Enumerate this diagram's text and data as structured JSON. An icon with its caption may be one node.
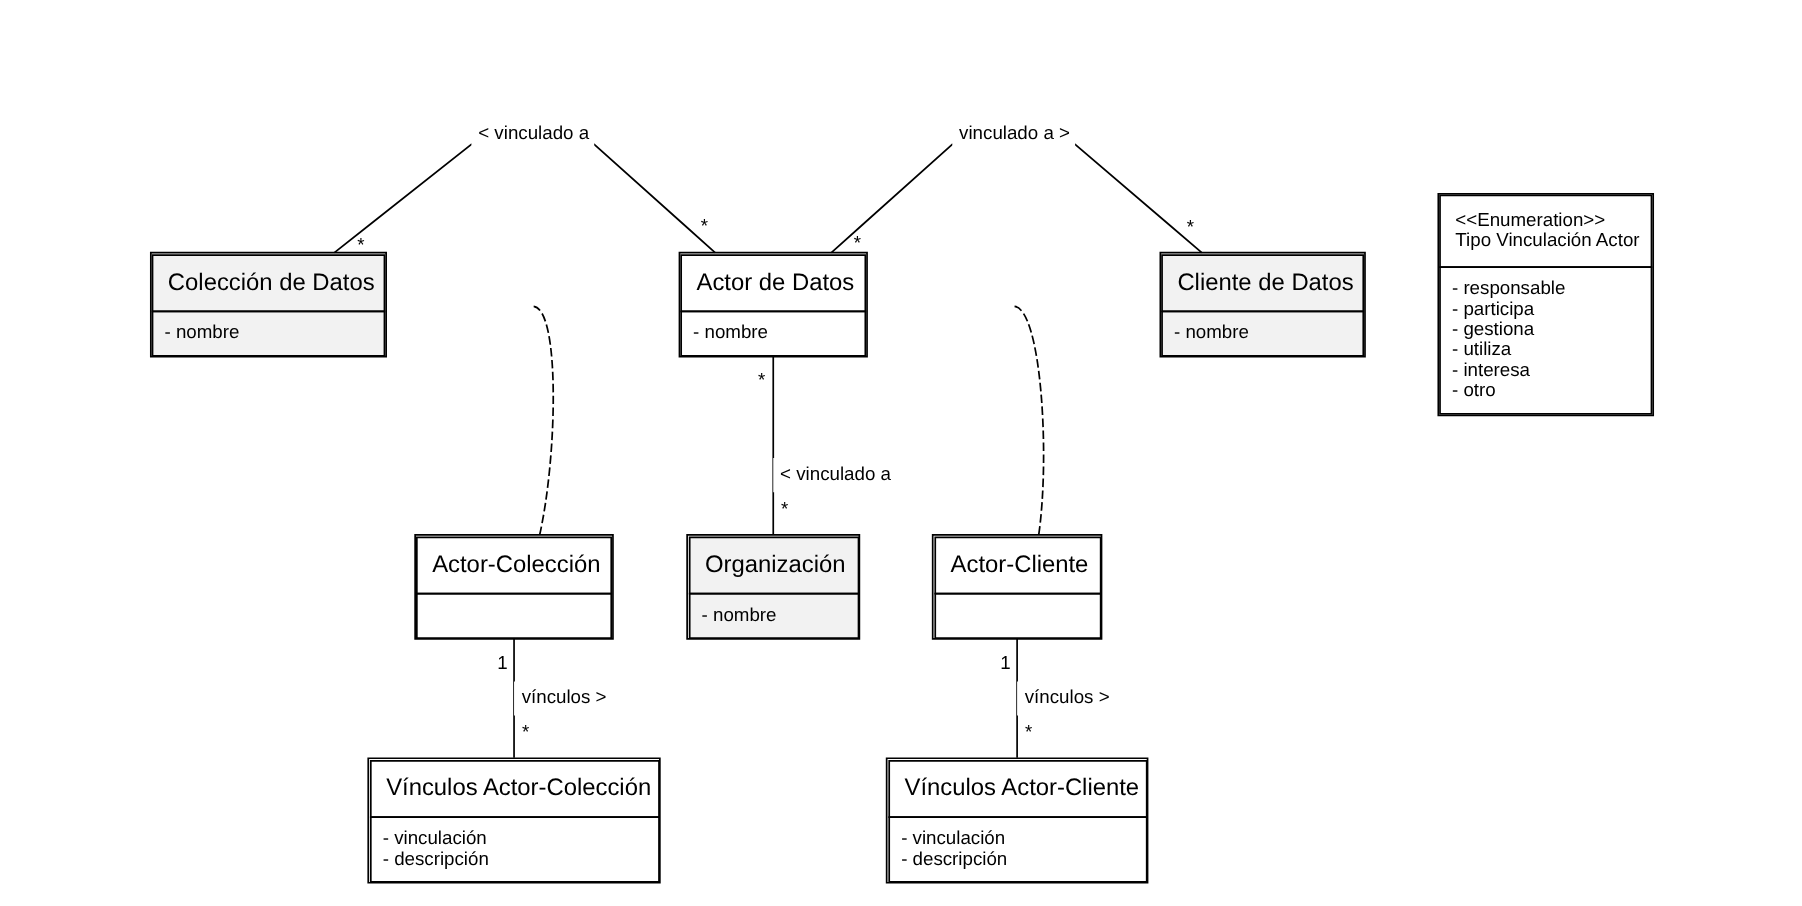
{
  "diagram": {
    "nodes": [
      {
        "text": [
          "Colección de Datos",
          "- nombre"
        ]
      },
      {
        "text": [
          "Actor de Datos",
          "- nombre"
        ]
      },
      {
        "text": [
          "Cliente de Datos",
          "- nombre"
        ]
      },
      {
        "text": [
          "Actor-Colección"
        ]
      },
      {
        "text": [
          "Organización",
          "- nombre"
        ]
      },
      {
        "text": [
          "<<Enumeration>>",
          "Tipo Vinculación Actor",
          "- responsable",
          "- participa",
          "- gestiona",
          "- utiliza",
          "- interesa",
          "- otro"
        ]
      },
      {
        "text": [
          "Actor-Cliente"
        ]
      },
      {
        "text": [
          "Vínculos Actor-Colección",
          "- vinculación",
          "- descripción"
        ]
      },
      {
        "text": [
          "Vínculos Actor-Cliente",
          "- vinculación",
          "- descripción"
        ]
      }
    ],
    "edges": [
      {
        "from": 0,
        "to": 1,
        "arrow": "none",
        "label": "< vinculado a"
      },
      {
        "from": 3,
        "to": null,
        "arrow": "none",
        "style": "dashed"
      },
      {
        "from": 1,
        "to": 2,
        "arrow": "none",
        "label": "vinculado a >"
      },
      {
        "from": 6,
        "to": null,
        "arrow": "none",
        "style": "dashed"
      },
      {
        "from": 1,
        "to": 4,
        "arrow": "none",
        "label": "< vinculado a"
      },
      {
        "from": 3,
        "to": 7,
        "arrow": "none",
        "label": "vínculos >"
      },
      {
        "from": 6,
        "to": 8,
        "arrow": "none",
        "label": "vínculos >"
      }
    ],
    "labels": [
      "*",
      "*",
      "*",
      "*",
      "*",
      "*",
      "1",
      "*",
      "1",
      "*"
    ]
  }
}
